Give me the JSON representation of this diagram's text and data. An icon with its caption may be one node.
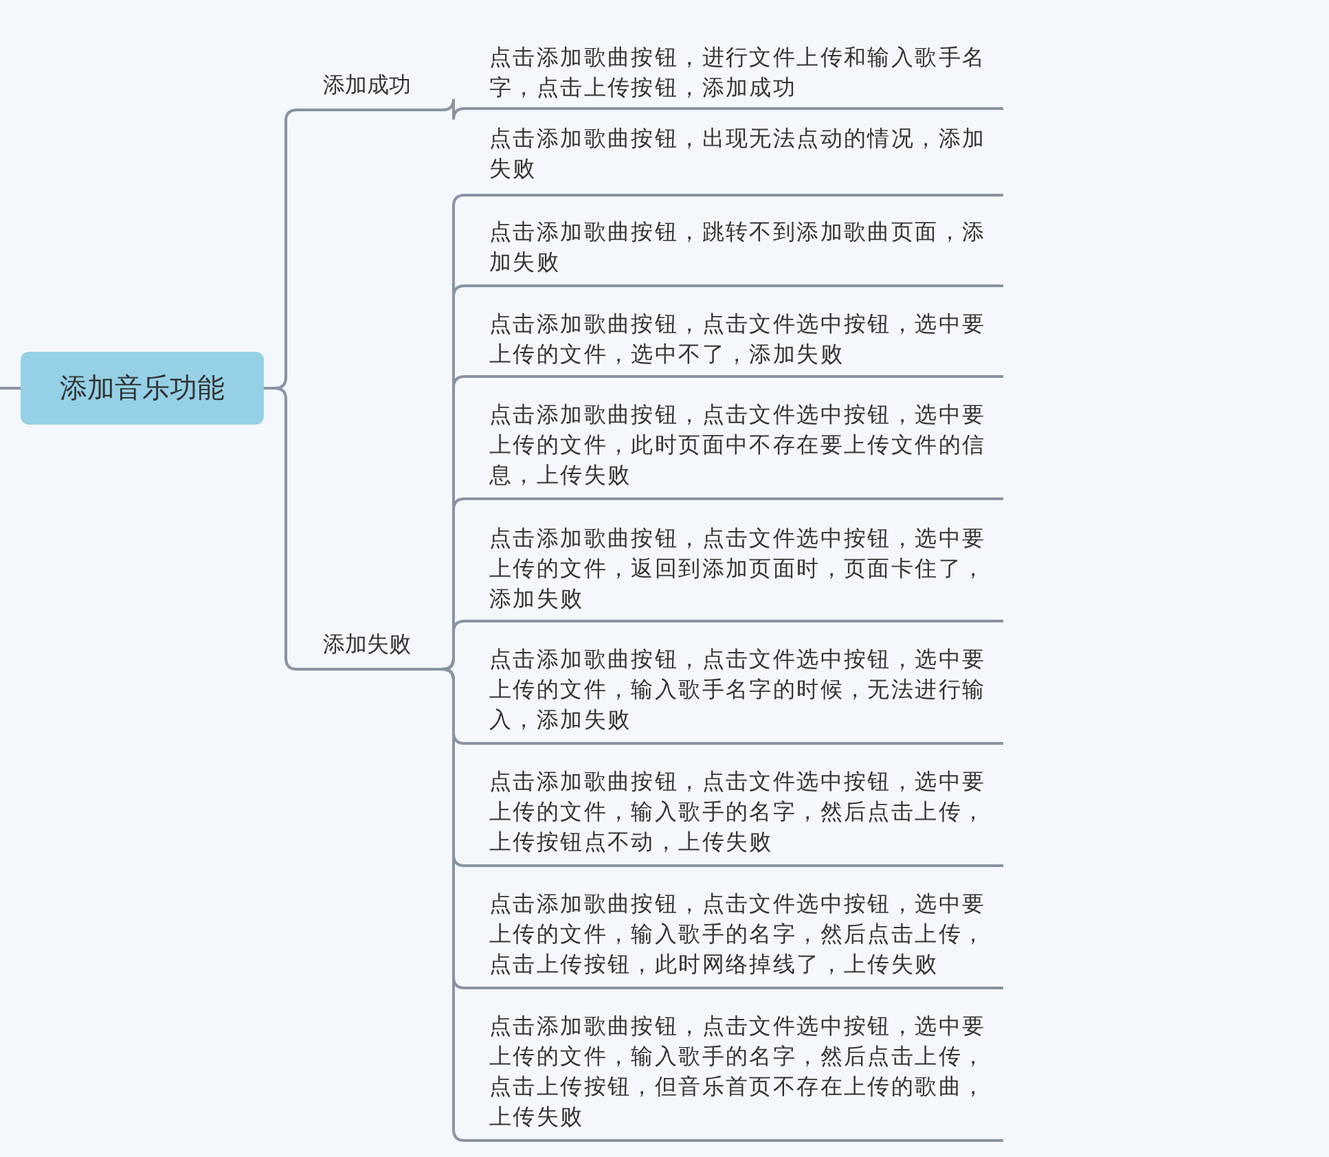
{
  "diagram": {
    "nodes": [
      {
        "text": [
          "添加音乐功能"
        ]
      },
      {
        "text": [
          "添加成功"
        ]
      },
      {
        "text": [
          "添加失败"
        ]
      },
      {
        "text": [
          "点击添加歌曲按钮，进行文件上传和输入歌手名字，点击上传按钮，添加成功"
        ]
      },
      {
        "text": [
          "点击添加歌曲按钮，出现无法点动的情况，添加失败"
        ]
      },
      {
        "text": [
          "点击添加歌曲按钮，跳转不到添加歌曲页面，添加失败"
        ]
      },
      {
        "text": [
          "点击添加歌曲按钮，点击文件选中按钮，选中要上传的文件，选中不了，添加失败"
        ]
      },
      {
        "text": [
          "点击添加歌曲按钮，点击文件选中按钮，选中要上传的文件，此时页面中不存在要上传文件的信息，上传失败"
        ]
      },
      {
        "text": [
          "点击添加歌曲按钮，点击文件选中按钮，选中要上传的文件，返回到添加页面时，页面卡住了，添加失败"
        ]
      },
      {
        "text": [
          "点击添加歌曲按钮，点击文件选中按钮，选中要上传的文件，输入歌手名字的时候，无法进行输入，添加失败"
        ]
      },
      {
        "text": [
          "点击添加歌曲按钮，点击文件选中按钮，选中要上传的文件，输入歌手的名字，然后点击上传，上传按钮点不动，上传失败"
        ]
      },
      {
        "text": [
          "点击添加歌曲按钮，点击文件选中按钮，选中要上传的文件，输入歌手的名字，然后点击上传，点击上传按钮，此时网络掉线了，上传失败"
        ]
      },
      {
        "text": [
          "点击添加歌曲按钮，点击文件选中按钮，选中要上传的文件，输入歌手的名字，然后点击上传，点击上传按钮，但音乐首页不存在上传的歌曲，上传失败"
        ]
      }
    ],
    "edges": [
      {
        "from": null,
        "to": 0,
        "arrow": "none"
      },
      {
        "from": 0,
        "to": 1,
        "arrow": "none"
      },
      {
        "from": 0,
        "to": 2,
        "arrow": "none"
      },
      {
        "from": 1,
        "to": 3,
        "arrow": "none"
      },
      {
        "from": 2,
        "to": 4,
        "arrow": "none"
      },
      {
        "from": 2,
        "to": 5,
        "arrow": "none"
      },
      {
        "from": 2,
        "to": 6,
        "arrow": "none"
      },
      {
        "from": 2,
        "to": 7,
        "arrow": "none"
      },
      {
        "from": 2,
        "to": 8,
        "arrow": "none"
      },
      {
        "from": 2,
        "to": 9,
        "arrow": "none"
      },
      {
        "from": 2,
        "to": 10,
        "arrow": "none"
      },
      {
        "from": 2,
        "to": 11,
        "arrow": "none"
      },
      {
        "from": 2,
        "to": 12,
        "arrow": "none"
      }
    ]
  }
}
